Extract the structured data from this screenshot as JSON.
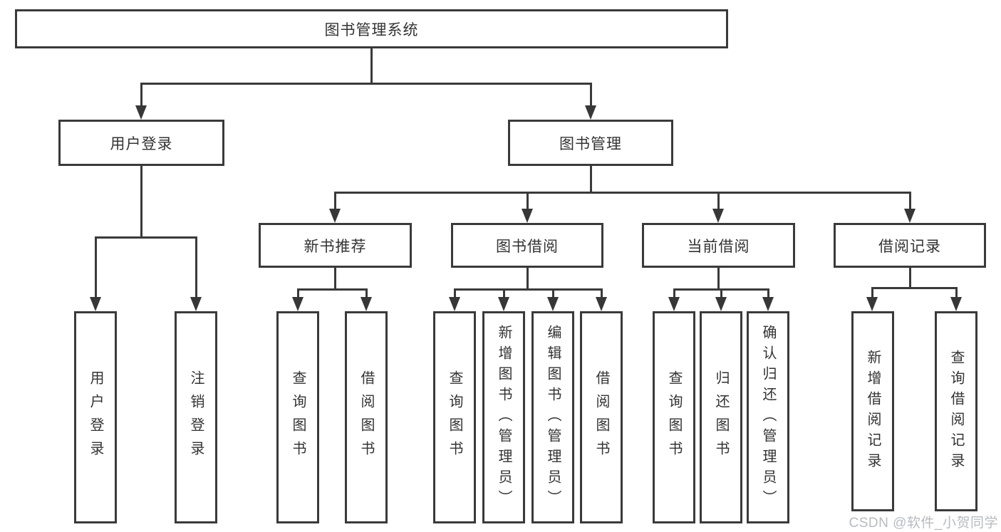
{
  "tree": {
    "root_label": "图书管理系统",
    "branches": [
      {
        "label": "用户登录",
        "children": [
          "用户登录",
          "注销登录"
        ]
      },
      {
        "label": "图书管理",
        "groups": [
          {
            "label": "新书推荐",
            "children": [
              "查询图书",
              "借阅图书"
            ]
          },
          {
            "label": "图书借阅",
            "children": [
              "查询图书",
              "新增图书（管理员）",
              "编辑图书（管理员）",
              "借阅图书"
            ]
          },
          {
            "label": "当前借阅",
            "children": [
              "查询图书",
              "归还图书",
              "确认归还（管理员）"
            ]
          },
          {
            "label": "借阅记录",
            "children": [
              "新增借阅记录",
              "查询借阅记录"
            ]
          }
        ]
      }
    ]
  },
  "watermark": {
    "text": "CSDN @软件_小贺同学"
  },
  "colors": {
    "line": "#3a3a3a",
    "box_border": "#3a3a3a",
    "text": "#333333",
    "background": "#ffffff",
    "watermark_text": "#b7bbc1"
  }
}
